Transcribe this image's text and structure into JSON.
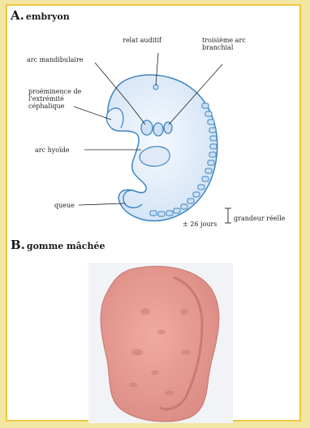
{
  "panel_a": {
    "letter": "A.",
    "title": "embryon",
    "labels": {
      "placode": "relat auditif",
      "third_arch": "troisième arc branchial",
      "mandibular": "arc mandibulaire",
      "cephalic": "proéminence de l'extrémité céphalique",
      "hyoid": "arc hyoïde",
      "tail": "queue",
      "age": "± 26 jours",
      "scale": "grandeur réelle"
    }
  },
  "panel_b": {
    "letter": "B.",
    "title": "gomme mâchée"
  },
  "colors": {
    "background": "#f2e6a3",
    "border": "#f0c73f",
    "embryo_fill": "#eaf1fb",
    "embryo_outline": "#3d86c4",
    "gum": "#e39a93"
  }
}
